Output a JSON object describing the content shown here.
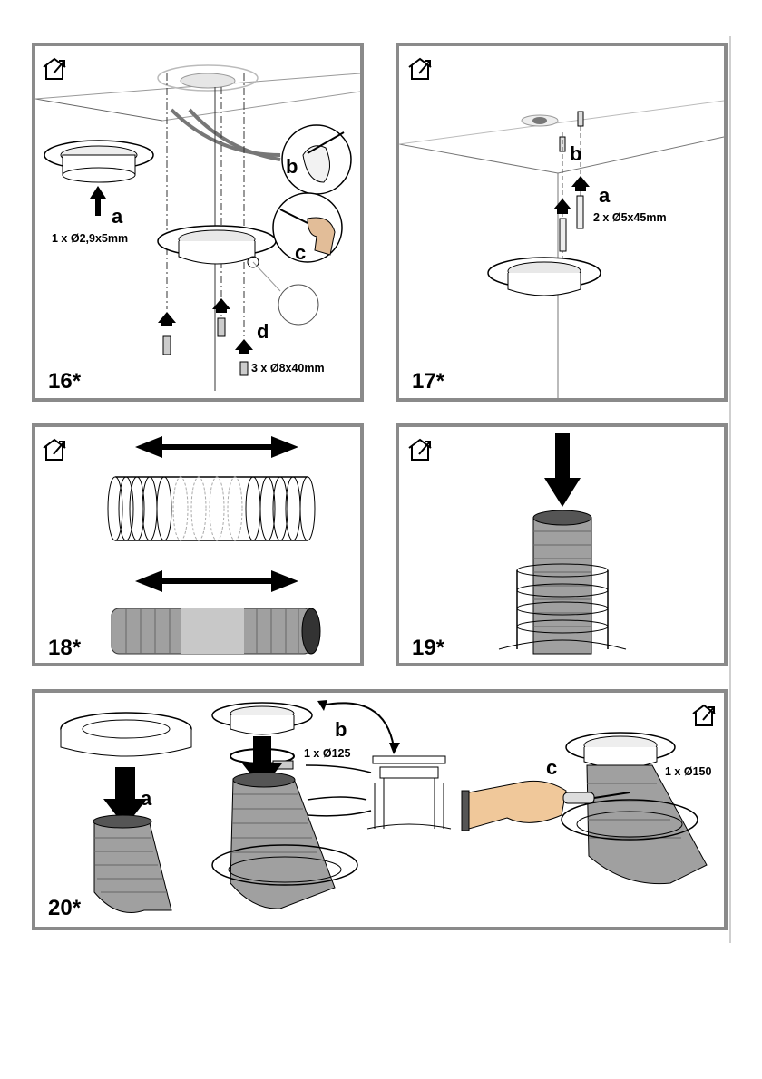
{
  "figures": {
    "f16": {
      "number": "16",
      "star": "*",
      "label_a": "a",
      "spec_a": "1 x Ø2,9x5mm",
      "label_b": "b",
      "label_c": "c",
      "label_d": "d",
      "spec_d": "3 x Ø8x40mm"
    },
    "f17": {
      "number": "17",
      "star": "*",
      "label_a": "a",
      "label_b": "b",
      "spec_a": "2 x Ø5x45mm"
    },
    "f18": {
      "number": "18",
      "star": "*"
    },
    "f19": {
      "number": "19",
      "star": "*"
    },
    "f20": {
      "number": "20",
      "star": "*",
      "label_a": "a",
      "label_b": "b",
      "label_c": "c",
      "spec_b": "1 x Ø125",
      "spec_c": "1 x Ø150"
    }
  },
  "icons": [
    "house-install-icon"
  ],
  "colors": {
    "frame": "#8a8a8a",
    "hose": "#9a9a9a",
    "hand": "#f0c89a",
    "sleeve": "#555555"
  }
}
